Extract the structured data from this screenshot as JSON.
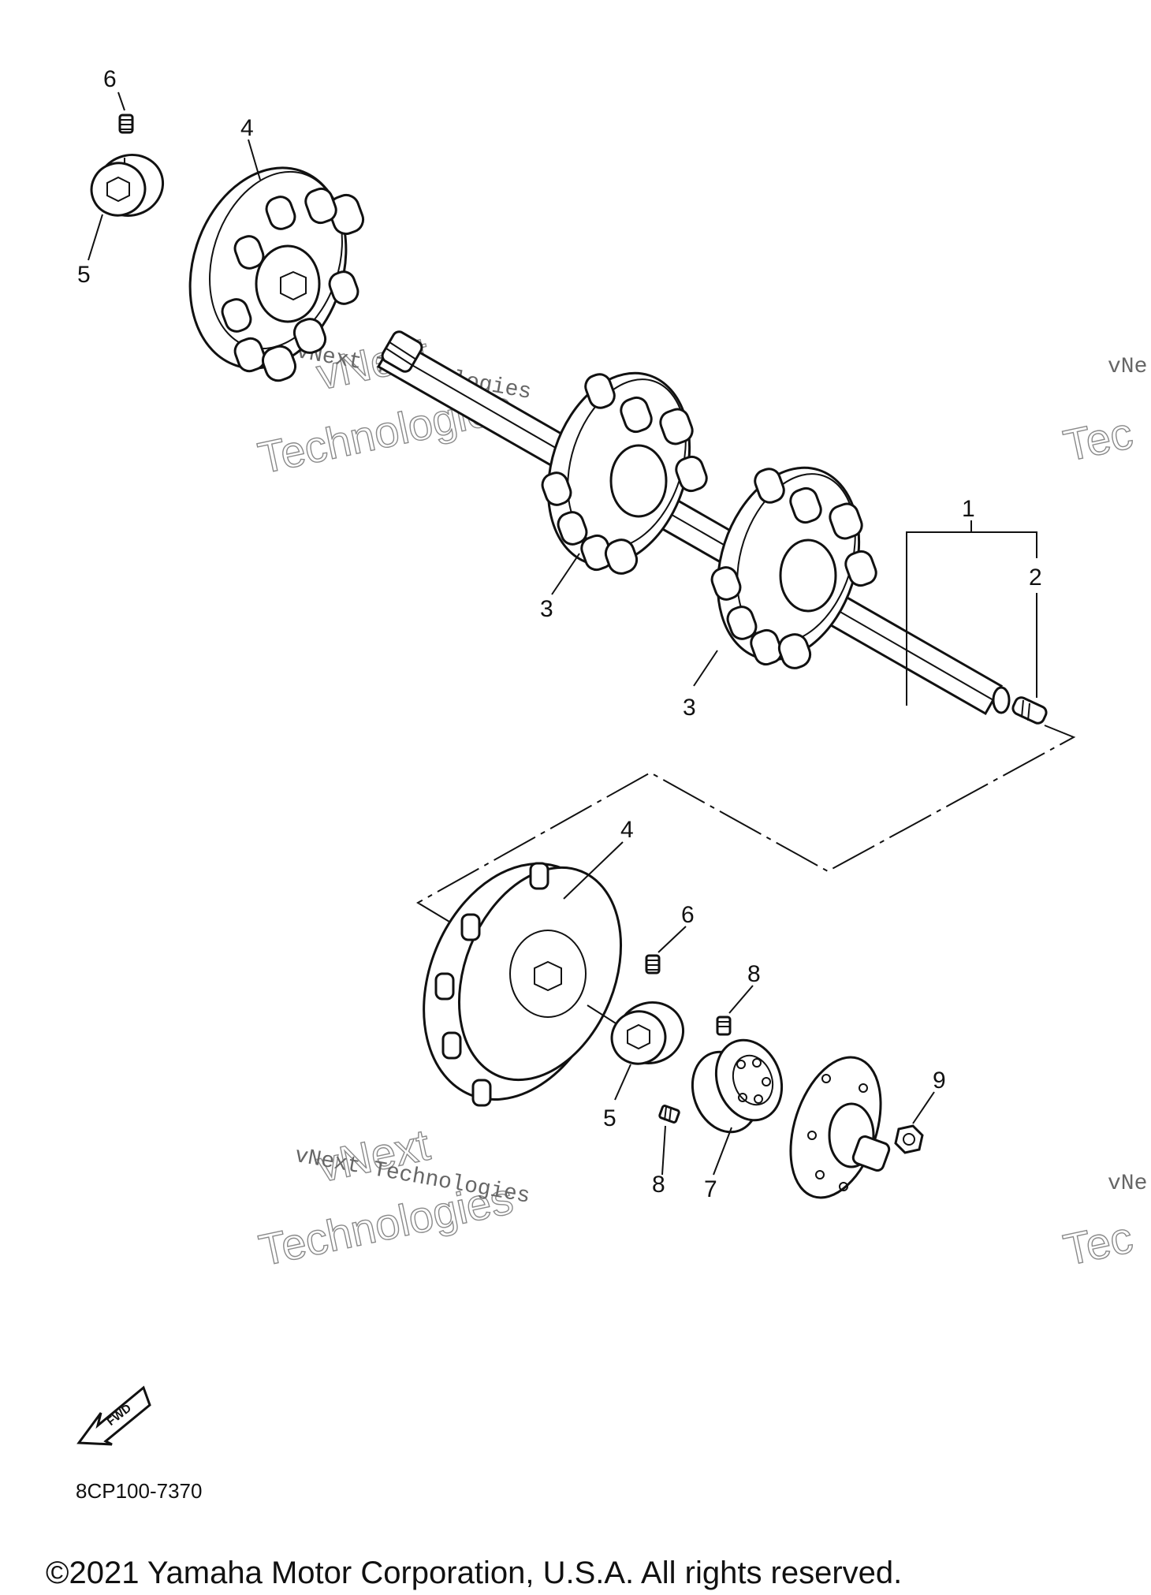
{
  "diagram": {
    "part_numbers": [
      "1",
      "2",
      "3",
      "3",
      "4",
      "4",
      "5",
      "5",
      "6",
      "6",
      "7",
      "8",
      "8",
      "9"
    ],
    "watermark_serif": "vNext Technologies",
    "watermark_outline_line1": "vNext",
    "watermark_outline_line2": "Technologies",
    "watermark_edge_serif": "vNe",
    "watermark_edge_outline": "Tec",
    "fwd_label": "FWD",
    "diagram_code": "8CP100-7370",
    "copyright": "©2021 Yamaha Motor Corporation, U.S.A. All rights reserved."
  }
}
